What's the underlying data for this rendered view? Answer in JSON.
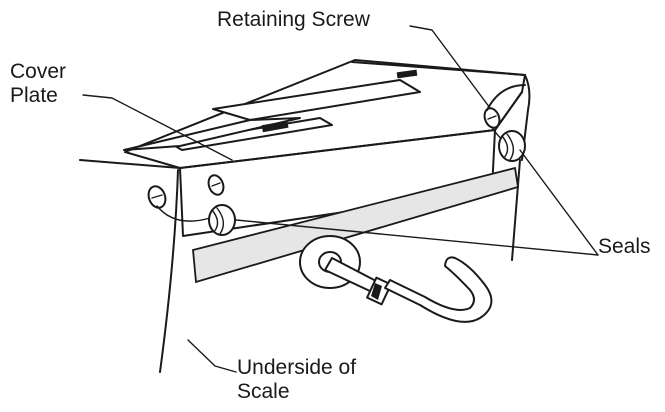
{
  "labels": {
    "retaining_screw": "Retaining Screw",
    "cover_plate_line1": "Cover",
    "cover_plate_line2": "Plate",
    "seals": "Seals",
    "underside_line1": "Underside of",
    "underside_line2": "Scale"
  },
  "colors": {
    "line": "#1a1a1a",
    "background": "#ffffff"
  }
}
